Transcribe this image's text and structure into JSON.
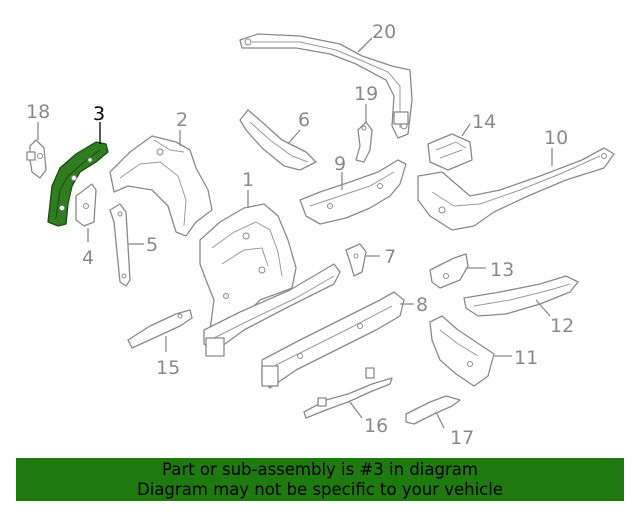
{
  "diagram": {
    "callouts": {
      "c1": "1",
      "c2": "2",
      "c3": "3",
      "c4": "4",
      "c5": "5",
      "c6": "6",
      "c7": "7",
      "c8": "8",
      "c9": "9",
      "c10": "10",
      "c11": "11",
      "c12": "12",
      "c13": "13",
      "c14": "14",
      "c15": "15",
      "c16": "16",
      "c17": "17",
      "c18": "18",
      "c19": "19",
      "c20": "20"
    },
    "highlighted_part": "3",
    "highlight_color": "#2f7d1f"
  },
  "banner": {
    "line1": "Part or sub-assembly is #3 in diagram",
    "line2": "Diagram may not be specific to your vehicle",
    "background": "#1e7a0e"
  }
}
